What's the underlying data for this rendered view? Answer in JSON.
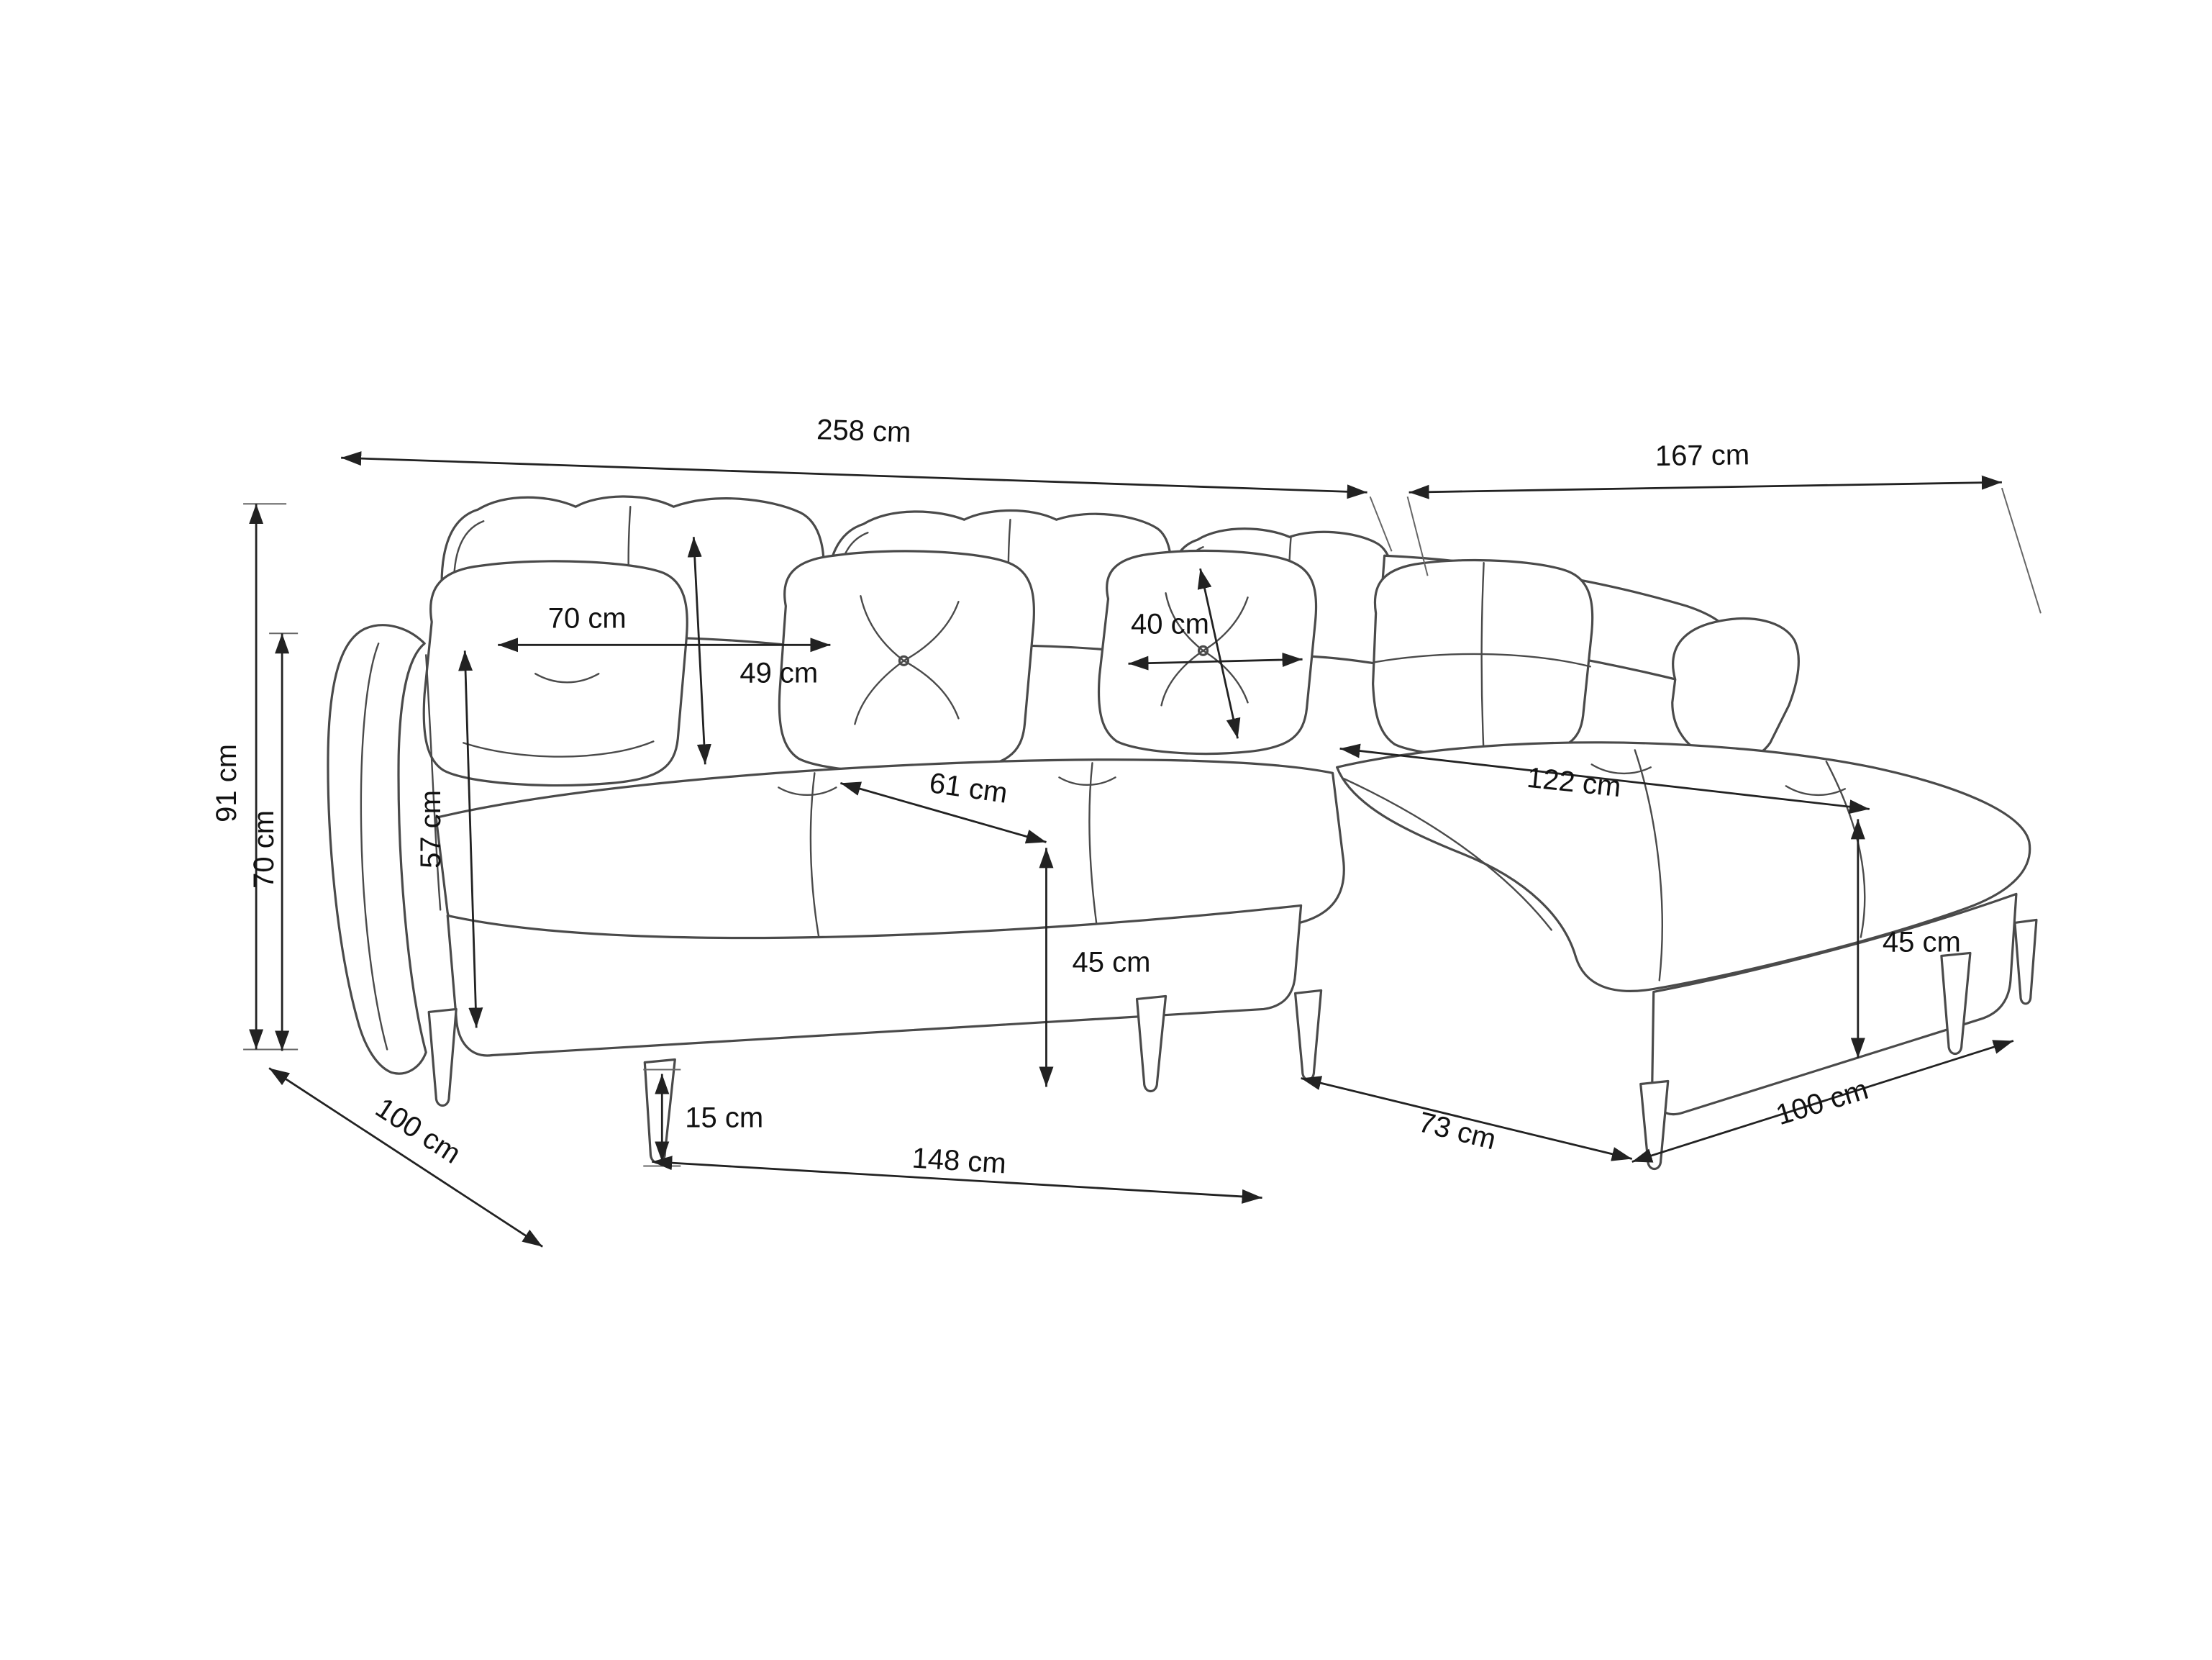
{
  "page": {
    "background": "#ffffff"
  },
  "diagram": {
    "name": "Corner sofa dimension drawing",
    "unit": "cm",
    "line_color": "#4a4a4a",
    "dimension_line_color": "#222222",
    "text_color": "#111111",
    "dimensions": {
      "total_width": "258 cm",
      "chaise_length": "167 cm",
      "total_height": "91 cm",
      "backrest_height": "70 cm",
      "back_pillow_width": "70 cm",
      "back_pillow_height": "49 cm",
      "small_pillow_width": "40 cm",
      "armrest_height": "57 cm",
      "seat_depth": "61 cm",
      "chaise_seat_length": "122 cm",
      "seat_height": "45 cm",
      "chaise_seat_height": "45 cm",
      "leg_height": "15 cm",
      "sofa_depth": "100 cm",
      "seat_width": "148 cm",
      "corner_width": "73 cm",
      "chaise_depth": "100 cm"
    }
  }
}
